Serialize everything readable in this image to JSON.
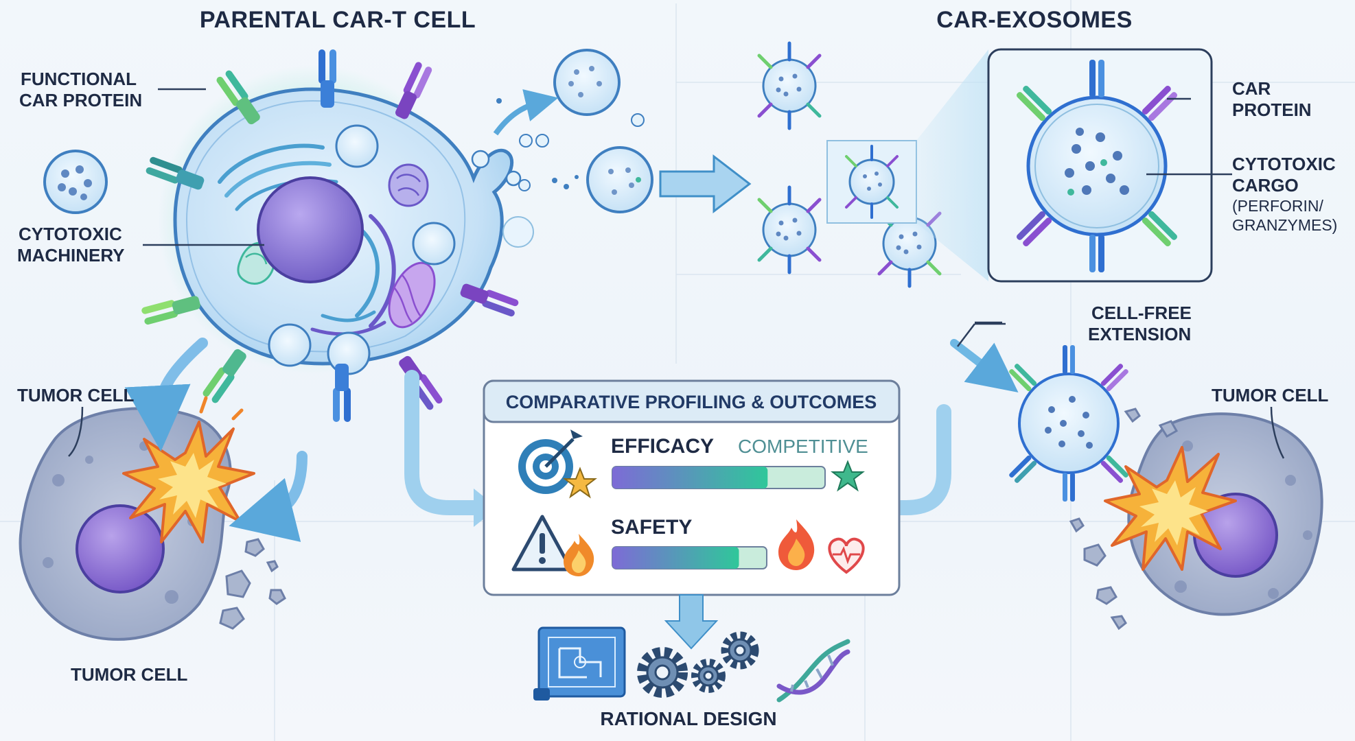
{
  "titles": {
    "left": "PARENTAL CAR-T CELL",
    "right": "CAR-EXOSOMES"
  },
  "labels": {
    "functional_car_1": "FUNCTIONAL",
    "functional_car_2": "CAR PROTEIN",
    "cytotoxic_machinery_1": "CYTOTOXIC",
    "cytotoxic_machinery_2": "MACHINERY",
    "tumor_cell_left_top": "TUMOR CELL",
    "tumor_cell_left_bottom": "TUMOR CELL",
    "car_protein_1": "CAR",
    "car_protein_2": "PROTEIN",
    "cytotoxic_cargo_1": "CYTOTOXIC",
    "cytotoxic_cargo_2": "CARGO",
    "cytotoxic_cargo_3": "(PERFORIN/",
    "cytotoxic_cargo_4": "GRANZYMES)",
    "cell_free_1": "CELL-FREE",
    "cell_free_2": "EXTENSION",
    "tumor_cell_right": "TUMOR CELL",
    "rational_design": "RATIONAL DESIGN"
  },
  "panel": {
    "title": "COMPARATIVE PROFILING & OUTCOMES",
    "efficacy_label": "EFFICACY",
    "efficacy_note": "COMPETITIVE",
    "efficacy_level": 0.73,
    "safety_label": "SAFETY",
    "safety_level": 0.82
  },
  "colors": {
    "title": "#1e2a44",
    "cell_fill": "#cfe6f7",
    "cell_stroke": "#3f7fc0",
    "nucleus": "#8a7fd6",
    "receptor_green": "#6fcf6f",
    "receptor_blue": "#2f6fd0",
    "receptor_purple": "#8a4fd0",
    "tumor_fill": "#aab6cf",
    "explosion": "#f7a42a",
    "arrow": "#8fc6e8",
    "panel_border": "#6c7f9c",
    "bar_gradient_start": "#7d6bd6",
    "bar_gradient_end": "#2fc79a"
  },
  "icons": {
    "target": "target-icon",
    "warning": "warning-icon",
    "flame": "flame-icon",
    "heart": "heart-pulse-icon",
    "star": "star-icon",
    "blueprint": "blueprint-icon",
    "gears": "gears-icon",
    "dna": "dna-icon"
  }
}
